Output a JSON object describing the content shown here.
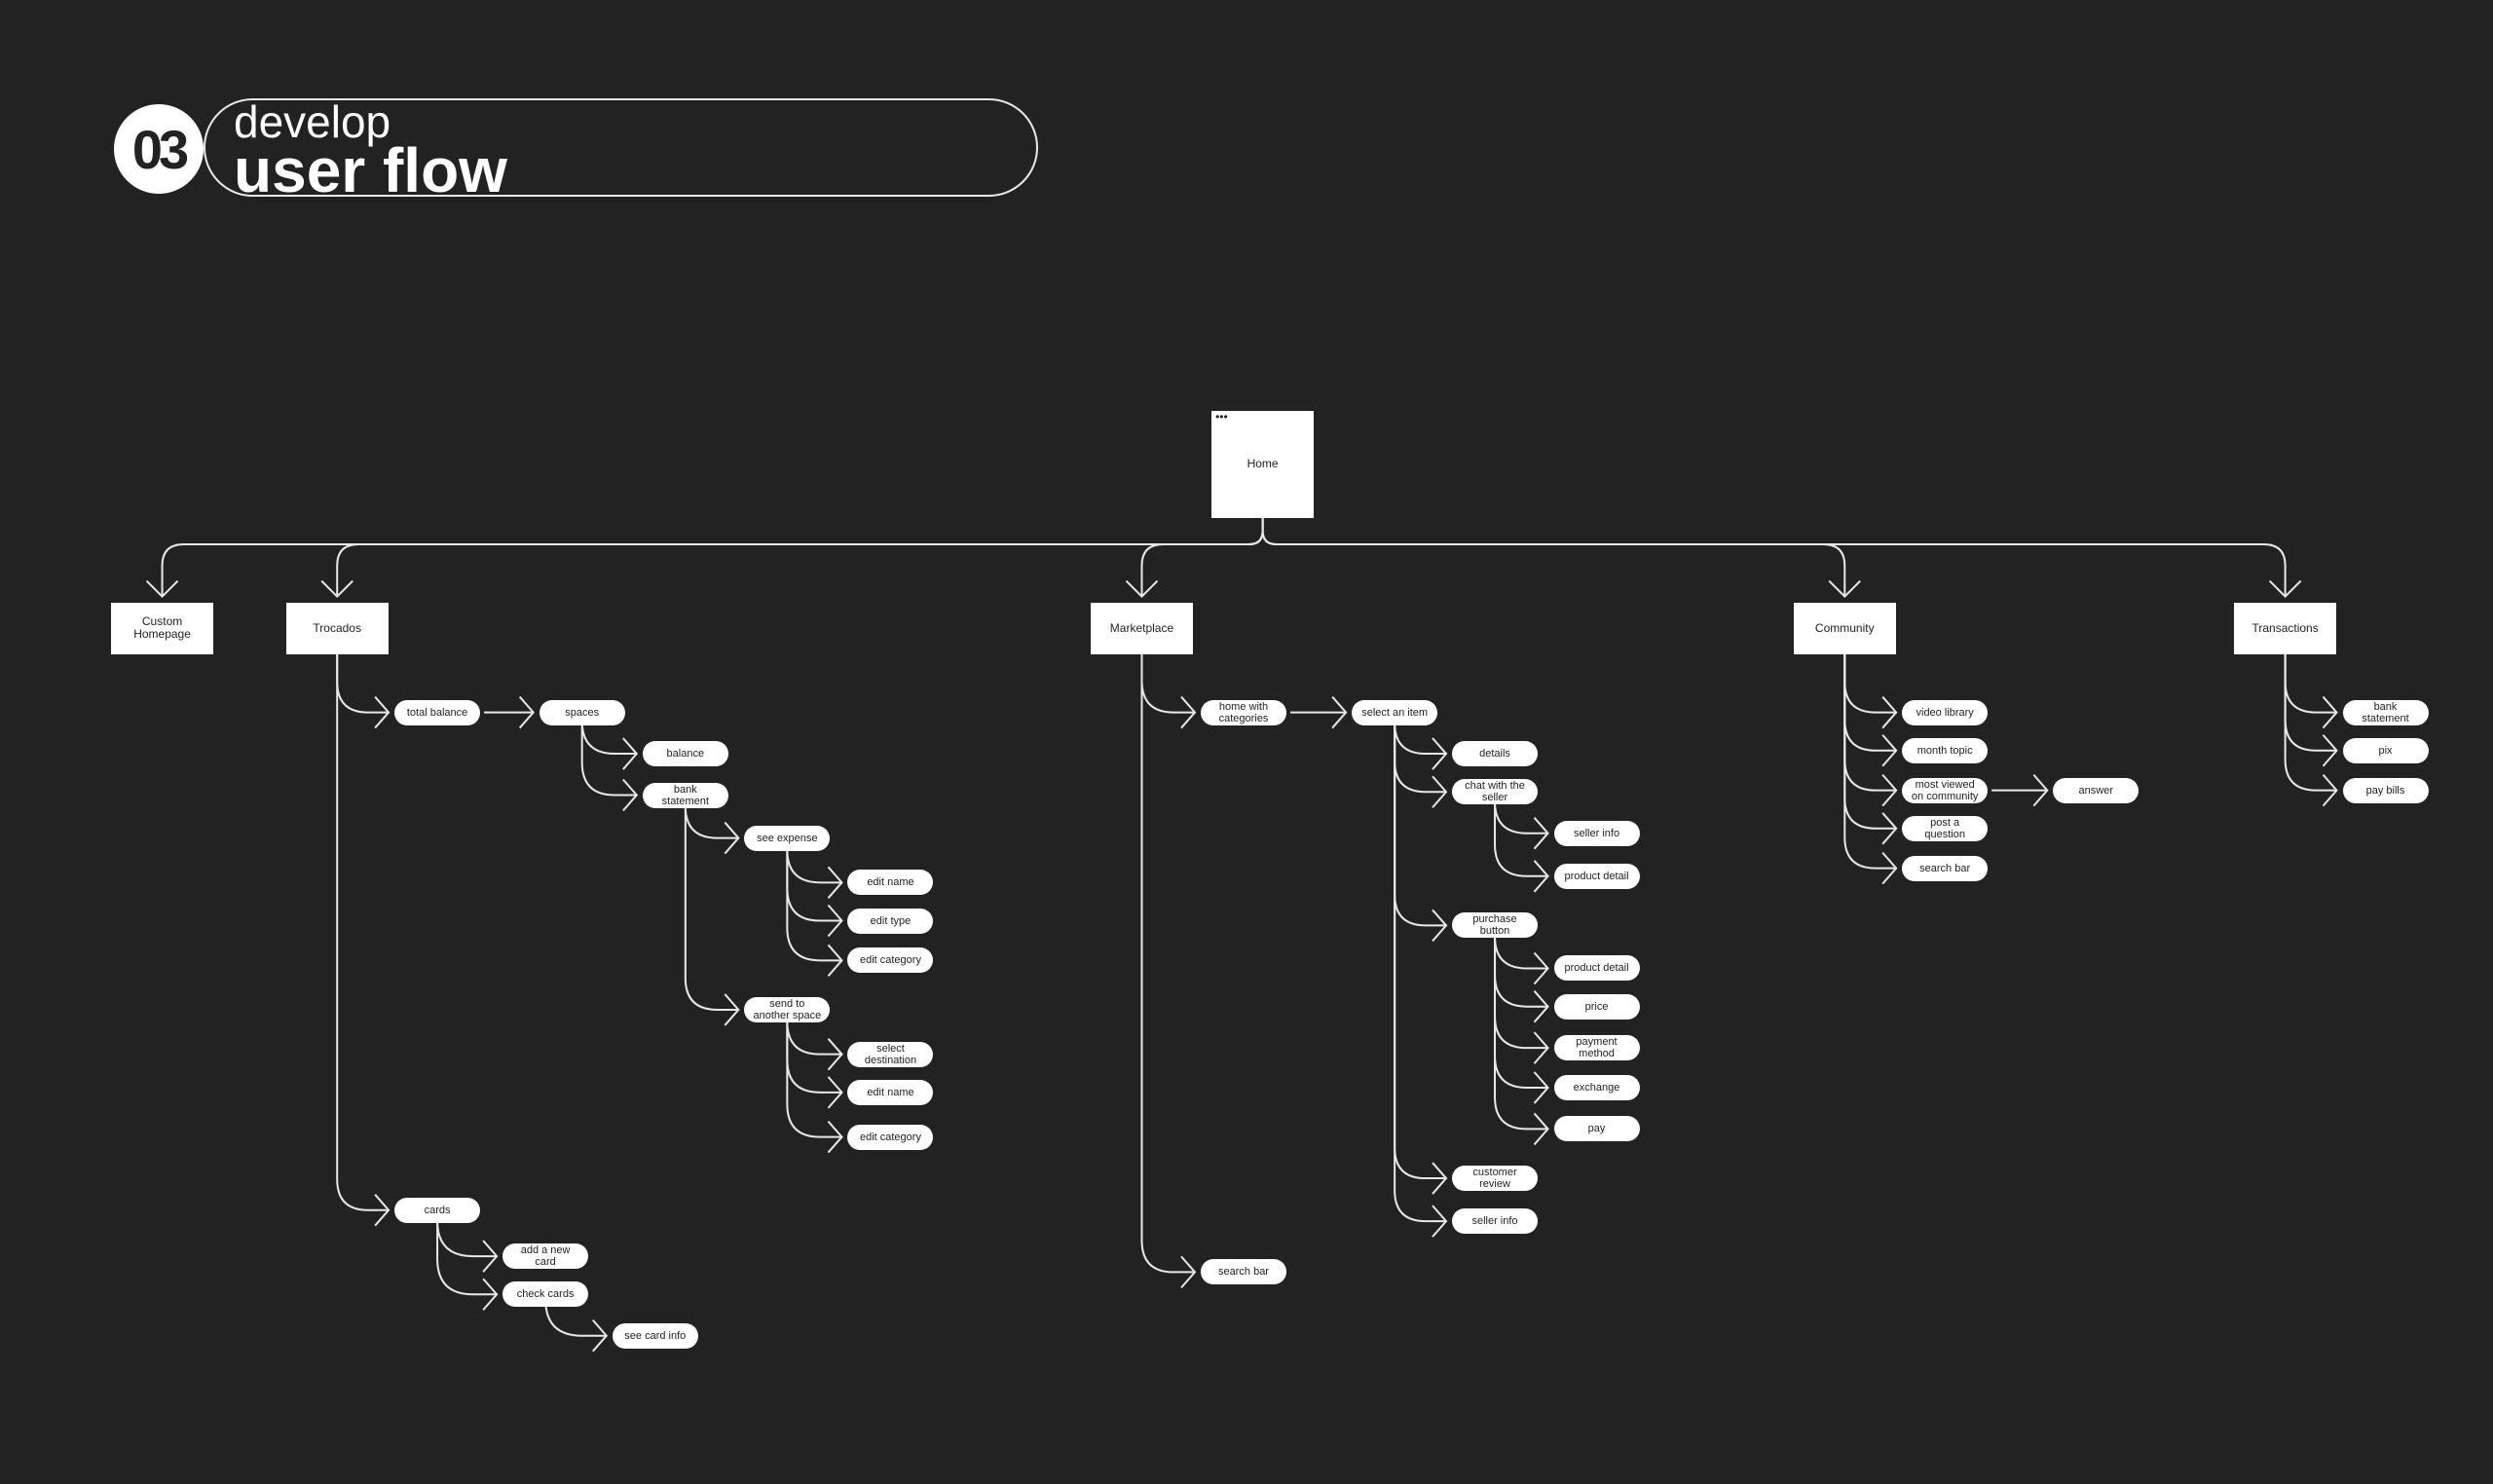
{
  "header": {
    "number": "03",
    "subtitle": "develop",
    "title": "user flow"
  },
  "flow": {
    "nodes": [
      {
        "id": "home",
        "label": "Home"
      },
      {
        "id": "custom",
        "label": "Custom Homepage"
      },
      {
        "id": "trocados",
        "label": "Trocados"
      },
      {
        "id": "marketplace",
        "label": "Marketplace"
      },
      {
        "id": "community",
        "label": "Community"
      },
      {
        "id": "transactions",
        "label": "Transactions"
      },
      {
        "id": "t_total",
        "label": "total balance"
      },
      {
        "id": "t_spaces",
        "label": "spaces"
      },
      {
        "id": "t_balance",
        "label": "balance"
      },
      {
        "id": "t_bank",
        "label": "bank statement"
      },
      {
        "id": "t_expense",
        "label": "see expense"
      },
      {
        "id": "t_e_name",
        "label": "edit name"
      },
      {
        "id": "t_e_type",
        "label": "edit type"
      },
      {
        "id": "t_e_cat",
        "label": "edit category"
      },
      {
        "id": "t_send",
        "label": "send to another space"
      },
      {
        "id": "t_s_dest",
        "label": "select destination"
      },
      {
        "id": "t_s_name",
        "label": "edit name"
      },
      {
        "id": "t_s_cat",
        "label": "edit category"
      },
      {
        "id": "t_cards",
        "label": "cards"
      },
      {
        "id": "t_add",
        "label": "add a new card"
      },
      {
        "id": "t_check",
        "label": "check cards"
      },
      {
        "id": "t_info",
        "label": "see card info"
      },
      {
        "id": "m_home",
        "label": "home with categories"
      },
      {
        "id": "m_select",
        "label": "select an item"
      },
      {
        "id": "m_details",
        "label": "details"
      },
      {
        "id": "m_chat",
        "label": "chat with the seller"
      },
      {
        "id": "m_c_seller",
        "label": "seller info"
      },
      {
        "id": "m_c_product",
        "label": "product detail"
      },
      {
        "id": "m_purchase",
        "label": "purchase button"
      },
      {
        "id": "m_p_product",
        "label": "product detail"
      },
      {
        "id": "m_p_price",
        "label": "price"
      },
      {
        "id": "m_p_payment",
        "label": "payment method"
      },
      {
        "id": "m_p_exchange",
        "label": "exchange"
      },
      {
        "id": "m_p_pay",
        "label": "pay"
      },
      {
        "id": "m_review",
        "label": "customer review"
      },
      {
        "id": "m_seller",
        "label": "seller info"
      },
      {
        "id": "m_search",
        "label": "search bar"
      },
      {
        "id": "c_video",
        "label": "video library"
      },
      {
        "id": "c_month",
        "label": "month topic"
      },
      {
        "id": "c_most",
        "label": "most viewed on community"
      },
      {
        "id": "c_answer",
        "label": "answer"
      },
      {
        "id": "c_post",
        "label": "post a question"
      },
      {
        "id": "c_search",
        "label": "search bar"
      },
      {
        "id": "x_bank",
        "label": "bank statement"
      },
      {
        "id": "x_pix",
        "label": "pix"
      },
      {
        "id": "x_bills",
        "label": "pay bills"
      }
    ],
    "edges": [
      [
        "home",
        "custom"
      ],
      [
        "home",
        "trocados"
      ],
      [
        "home",
        "marketplace"
      ],
      [
        "home",
        "community"
      ],
      [
        "home",
        "transactions"
      ],
      [
        "trocados",
        "t_total"
      ],
      [
        "trocados",
        "t_cards"
      ],
      [
        "t_total",
        "t_spaces"
      ],
      [
        "t_spaces",
        "t_balance"
      ],
      [
        "t_spaces",
        "t_bank"
      ],
      [
        "t_bank",
        "t_expense"
      ],
      [
        "t_bank",
        "t_send"
      ],
      [
        "t_expense",
        "t_e_name"
      ],
      [
        "t_expense",
        "t_e_type"
      ],
      [
        "t_expense",
        "t_e_cat"
      ],
      [
        "t_send",
        "t_s_dest"
      ],
      [
        "t_send",
        "t_s_name"
      ],
      [
        "t_send",
        "t_s_cat"
      ],
      [
        "t_cards",
        "t_add"
      ],
      [
        "t_cards",
        "t_check"
      ],
      [
        "t_check",
        "t_info"
      ],
      [
        "marketplace",
        "m_home"
      ],
      [
        "marketplace",
        "m_search"
      ],
      [
        "m_home",
        "m_select"
      ],
      [
        "m_select",
        "m_details"
      ],
      [
        "m_select",
        "m_chat"
      ],
      [
        "m_select",
        "m_purchase"
      ],
      [
        "m_select",
        "m_review"
      ],
      [
        "m_select",
        "m_seller"
      ],
      [
        "m_chat",
        "m_c_seller"
      ],
      [
        "m_chat",
        "m_c_product"
      ],
      [
        "m_purchase",
        "m_p_product"
      ],
      [
        "m_purchase",
        "m_p_price"
      ],
      [
        "m_purchase",
        "m_p_payment"
      ],
      [
        "m_purchase",
        "m_p_exchange"
      ],
      [
        "m_purchase",
        "m_p_pay"
      ],
      [
        "community",
        "c_video"
      ],
      [
        "community",
        "c_month"
      ],
      [
        "community",
        "c_most"
      ],
      [
        "community",
        "c_post"
      ],
      [
        "community",
        "c_search"
      ],
      [
        "c_most",
        "c_answer"
      ],
      [
        "transactions",
        "x_bank"
      ],
      [
        "transactions",
        "x_pix"
      ],
      [
        "transactions",
        "x_bills"
      ]
    ]
  }
}
